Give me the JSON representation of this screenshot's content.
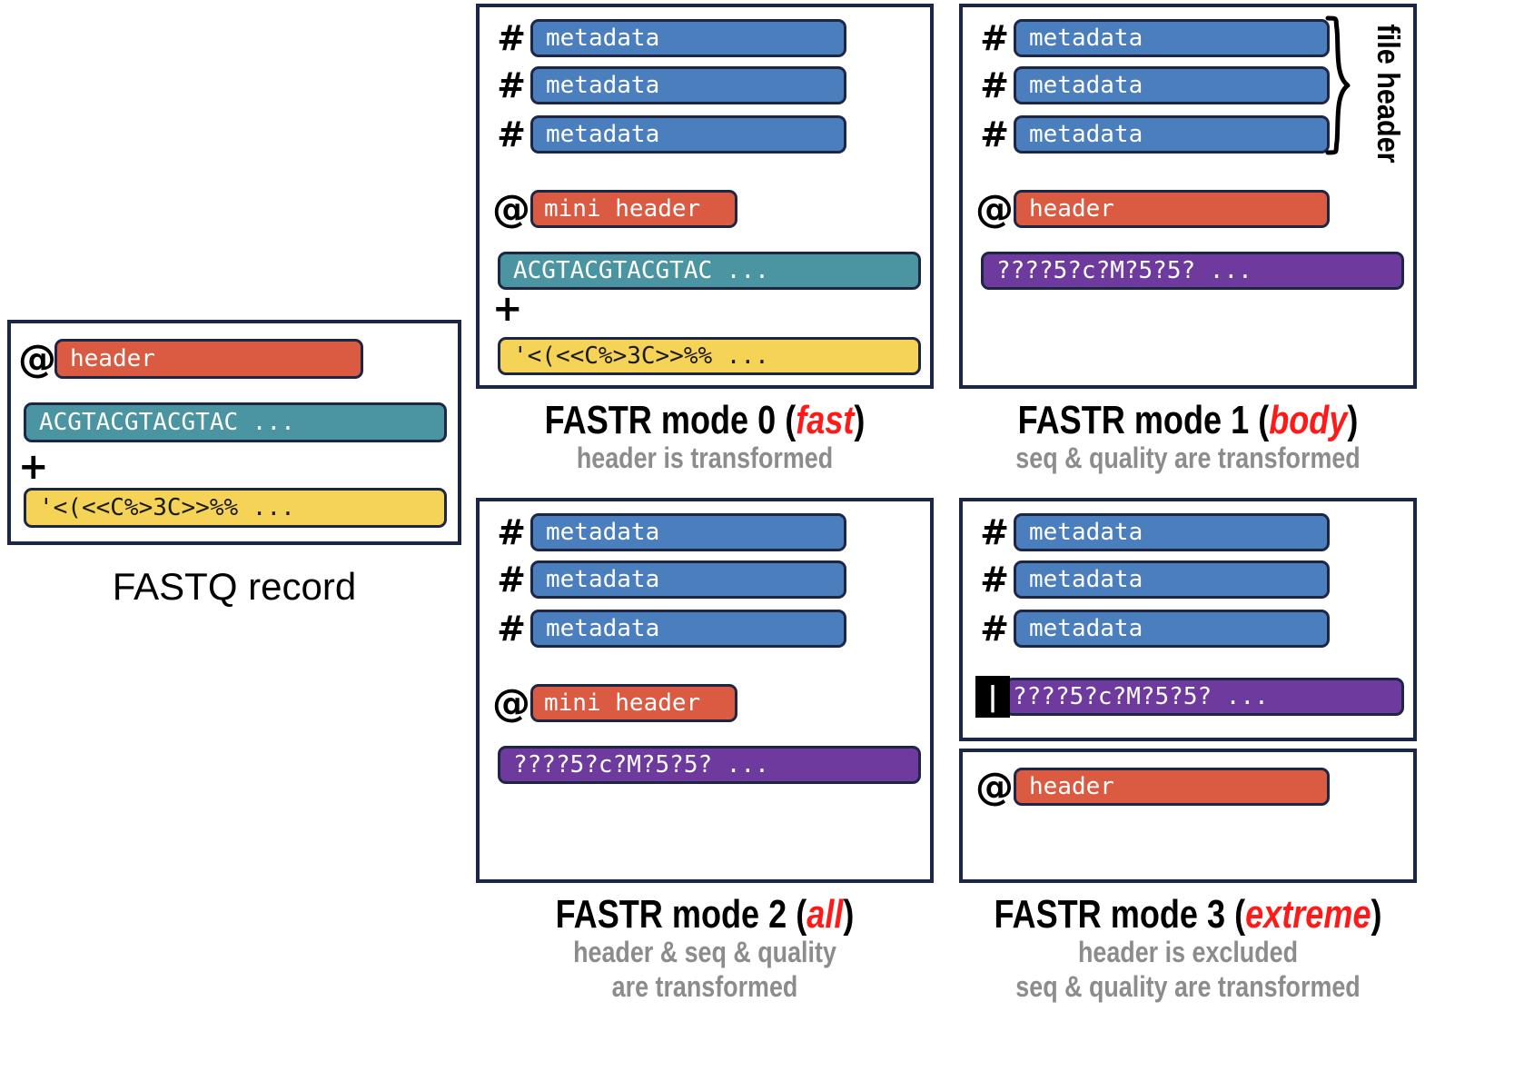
{
  "colors": {
    "outline": "#1d2745",
    "metadata_blue": "#4a7ebd",
    "header_red": "#da5b41",
    "sequence_teal": "#4a95a1",
    "quality_yellow": "#f4d357",
    "transformed_purple": "#6f3a9e",
    "accent_red_text": "#ff1a1a",
    "subcaption_gray": "#8c8c8c"
  },
  "fastq_record": {
    "caption": "FASTQ record",
    "rows": [
      {
        "prefix": "@",
        "text": "header",
        "color": "red"
      },
      {
        "prefix": "",
        "text": "ACGTACGTACGTAC ...",
        "color": "teal"
      },
      {
        "prefix": "+",
        "text": "",
        "color": "none"
      },
      {
        "prefix": "",
        "text": "'<(<<C%>3C>>%% ...",
        "color": "yellow"
      }
    ]
  },
  "mode0": {
    "title_prefix": "FASTR mode 0 (",
    "title_em": "fast",
    "title_suffix": ")",
    "subcaption_lines": [
      "header is transformed"
    ],
    "rows": [
      {
        "prefix": "#",
        "text": "metadata",
        "color": "blue"
      },
      {
        "prefix": "#",
        "text": "metadata",
        "color": "blue"
      },
      {
        "prefix": "#",
        "text": "metadata",
        "color": "blue"
      },
      {
        "prefix": "@",
        "text": "mini header",
        "color": "red"
      },
      {
        "prefix": "",
        "text": "ACGTACGTACGTAC ...",
        "color": "teal"
      },
      {
        "prefix": "+",
        "text": "",
        "color": "none"
      },
      {
        "prefix": "",
        "text": "'<(<<C%>3C>>%% ...",
        "color": "yellow"
      }
    ]
  },
  "mode1": {
    "title_prefix": "FASTR mode 1 (",
    "title_em": "body",
    "title_suffix": ")",
    "subcaption_lines": [
      "seq & quality are transformed"
    ],
    "brace_label": "file header",
    "rows": [
      {
        "prefix": "#",
        "text": "metadata",
        "color": "blue"
      },
      {
        "prefix": "#",
        "text": "metadata",
        "color": "blue"
      },
      {
        "prefix": "#",
        "text": "metadata",
        "color": "blue"
      },
      {
        "prefix": "@",
        "text": "header",
        "color": "red"
      },
      {
        "prefix": "",
        "text": "????5?c?M?5?5? ...",
        "color": "purple"
      }
    ]
  },
  "mode2": {
    "title_prefix": "FASTR mode 2 (",
    "title_em": "all",
    "title_suffix": ")",
    "subcaption_lines": [
      "header & seq & quality",
      "are transformed"
    ],
    "rows": [
      {
        "prefix": "#",
        "text": "metadata",
        "color": "blue"
      },
      {
        "prefix": "#",
        "text": "metadata",
        "color": "blue"
      },
      {
        "prefix": "#",
        "text": "metadata",
        "color": "blue"
      },
      {
        "prefix": "@",
        "text": "mini header",
        "color": "red"
      },
      {
        "prefix": "",
        "text": "????5?c?M?5?5? ...",
        "color": "purple"
      }
    ]
  },
  "mode3": {
    "title_prefix": "FASTR mode 3 (",
    "title_em": "extreme",
    "title_suffix": ")",
    "subcaption_lines": [
      "header is excluded",
      "seq & quality are transformed"
    ],
    "pipe_glyph": "|",
    "rows": [
      {
        "prefix": "#",
        "text": "metadata",
        "color": "blue"
      },
      {
        "prefix": "#",
        "text": "metadata",
        "color": "blue"
      },
      {
        "prefix": "#",
        "text": "metadata",
        "color": "blue"
      },
      {
        "prefix": "|",
        "text": "????5?c?M?5?5? ...",
        "color": "purple"
      }
    ],
    "excluded_rows": [
      {
        "prefix": "@",
        "text": "header",
        "color": "red"
      }
    ]
  }
}
